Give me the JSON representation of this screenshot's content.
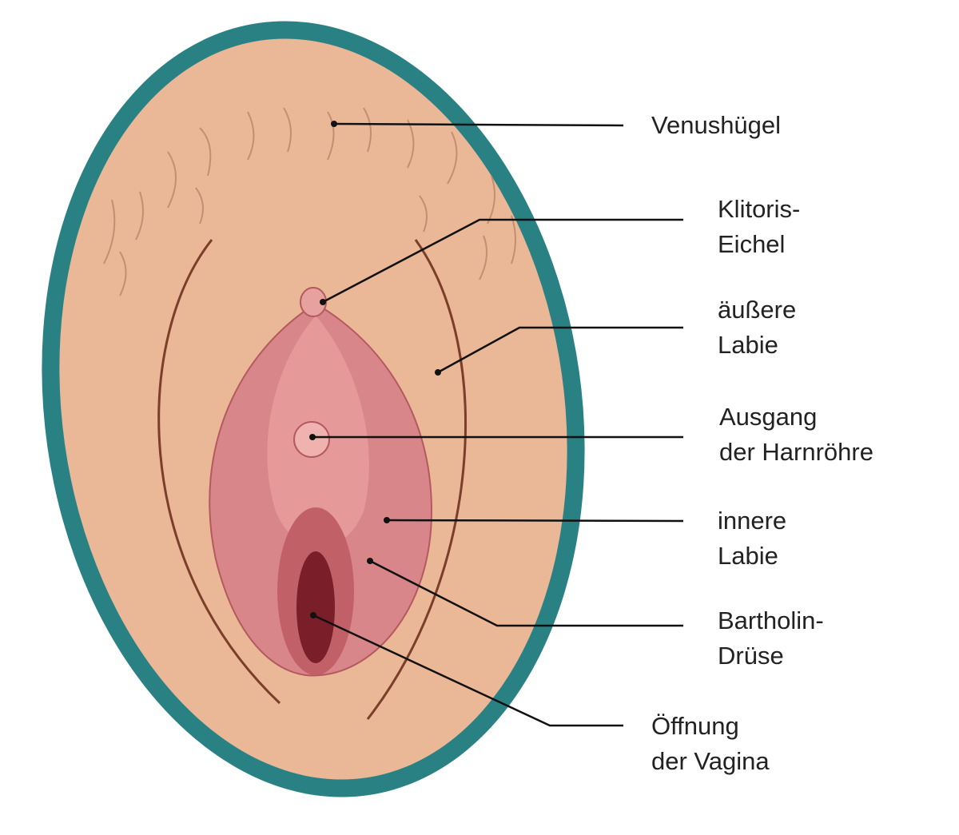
{
  "labels": {
    "mons": [
      "Venushügel"
    ],
    "clitoris": [
      "Klitoris-",
      "Eichel"
    ],
    "outer_labia": [
      "äußere",
      "Labie"
    ],
    "urethra": [
      "Ausgang",
      "der Harnröhre"
    ],
    "inner_labia": [
      "innere",
      "Labie"
    ],
    "bartholin": [
      "Bartholin-",
      "Drüse"
    ],
    "vagina": [
      "Öffnung",
      "der Vagina"
    ]
  },
  "colors": {
    "border": "#2a8184",
    "skin": "#eab797",
    "labia": "#d9868a",
    "leader": "#111111"
  }
}
